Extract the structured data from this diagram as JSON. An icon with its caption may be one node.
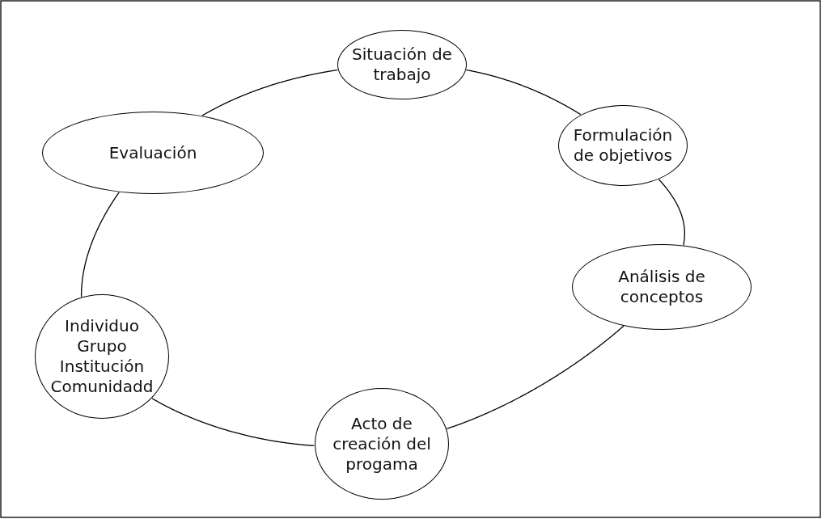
{
  "diagram": {
    "nodes": [
      {
        "text": [
          "Situación de trabajo"
        ]
      },
      {
        "text": [
          "Formulación de objetivos"
        ]
      },
      {
        "text": [
          "Análisis de conceptos"
        ]
      },
      {
        "text": [
          "Acto de creación del progama"
        ]
      },
      {
        "text": [
          "Individuo Grupo Institución Comunidadd"
        ]
      },
      {
        "text": [
          "Evaluación"
        ]
      }
    ],
    "edges": [
      {
        "from": 0,
        "to": 1,
        "arrow": "none"
      },
      {
        "from": 1,
        "to": 2,
        "arrow": "none"
      },
      {
        "from": 2,
        "to": 3,
        "arrow": "none"
      },
      {
        "from": 3,
        "to": 4,
        "arrow": "none"
      },
      {
        "from": 4,
        "to": 5,
        "arrow": "none"
      },
      {
        "from": 5,
        "to": 0,
        "arrow": "none"
      }
    ]
  }
}
